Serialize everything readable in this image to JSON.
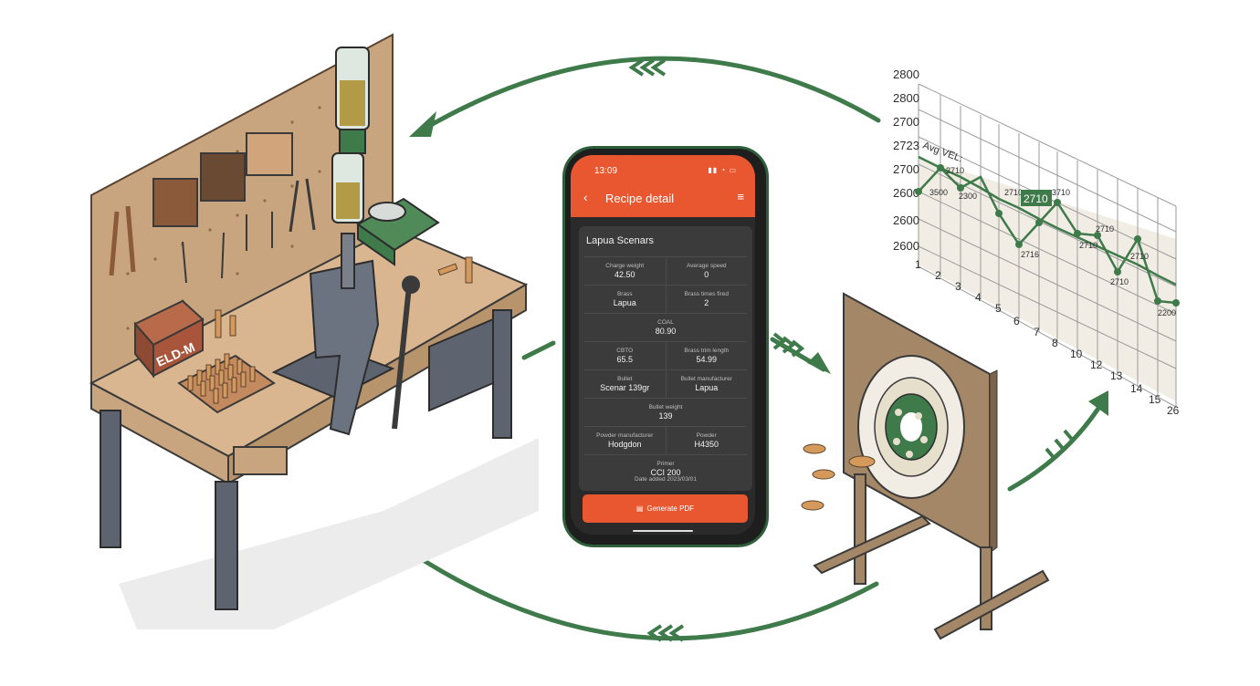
{
  "colors": {
    "accent": "#e8572f",
    "arrow_green": "#3f7a4a",
    "screen_bg": "#2a2a2a",
    "card_bg": "#3b3b3b"
  },
  "phone": {
    "status_time": "13:09",
    "status_icons": "signal wifi battery",
    "title": "Recipe detail",
    "back_icon": "chevron-left-icon",
    "menu_icon": "hamburger-menu-icon",
    "card_title": "Lapua Scenars",
    "rows": [
      [
        {
          "label": "Charge weight",
          "value": "42.50"
        },
        {
          "label": "Average speed",
          "value": "0"
        }
      ],
      [
        {
          "label": "Brass",
          "value": "Lapua"
        },
        {
          "label": "Brass times fired",
          "value": "2"
        }
      ],
      [
        {
          "label": "COAL",
          "value": "80.90"
        }
      ],
      [
        {
          "label": "CBTO",
          "value": "65.5"
        },
        {
          "label": "Brass trim length",
          "value": "54.99"
        }
      ],
      [
        {
          "label": "Bullet",
          "value": "Scenar 139gr"
        },
        {
          "label": "Bullet manufacturer",
          "value": "Lapua"
        }
      ],
      [
        {
          "label": "Bullet weight",
          "value": "139"
        }
      ],
      [
        {
          "label": "Powder manufacturer",
          "value": "Hodgdon"
        },
        {
          "label": "Powder",
          "value": "H4350"
        }
      ],
      [
        {
          "label": "Primer",
          "value": "CCI 200"
        }
      ]
    ],
    "date_added": "Date added 2023/03/01",
    "pdf_button": "Generate PDF",
    "pdf_icon": "document-icon"
  },
  "workbench": {
    "ammo_box_label": "ELD-M"
  },
  "chart_data": {
    "type": "line",
    "annotation": "Avg VEL:",
    "y_ticks": [
      "2800",
      "2800",
      "2700",
      "2723",
      "2700",
      "2600",
      "2600",
      "2600"
    ],
    "x_ticks": [
      "1",
      "2",
      "3",
      "4",
      "5",
      "6",
      "7",
      "8",
      "10",
      "12",
      "13",
      "14",
      "15",
      "26"
    ],
    "series": [
      {
        "point_labels": [
          "",
          "3500",
          "2300",
          "",
          "",
          "2716",
          "",
          "",
          "",
          "2710",
          "2710",
          "",
          "",
          "2200"
        ]
      },
      {
        "point_labels": [
          "",
          "2710",
          "",
          "",
          "2710",
          "",
          "",
          "3710",
          "",
          "2710",
          "",
          "2710",
          "",
          ""
        ]
      }
    ],
    "highlight_label": "2710"
  }
}
